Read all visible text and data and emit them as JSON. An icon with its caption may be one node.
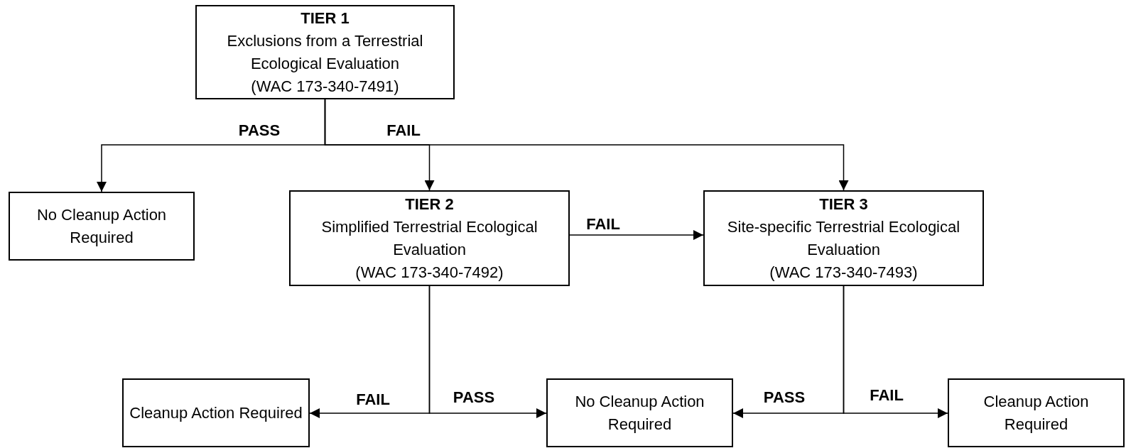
{
  "diagram": {
    "nodes": [
      {
        "text": [
          "TIER 1",
          "Exclusions from a Terrestrial Ecological Evaluation",
          "(WAC 173-340-7491)"
        ]
      },
      {
        "text": [
          "No Cleanup Action Required"
        ]
      },
      {
        "text": [
          "TIER 2",
          "Simplified Terrestrial Ecological Evaluation",
          "(WAC 173-340-7492)"
        ]
      },
      {
        "text": [
          "TIER 3",
          "Site-specific Terrestrial Ecological Evaluation",
          "(WAC 173-340-7493)"
        ]
      },
      {
        "text": [
          "Cleanup Action Required"
        ]
      },
      {
        "text": [
          "No Cleanup Action Required"
        ]
      },
      {
        "text": [
          "Cleanup Action Required"
        ]
      }
    ],
    "edges": [
      {
        "from": 0,
        "to": 1,
        "arrow": "to",
        "label": "PASS"
      },
      {
        "from": 0,
        "to": 2,
        "arrow": "to",
        "label": "FAIL"
      },
      {
        "from": 0,
        "to": 3,
        "arrow": "to"
      },
      {
        "from": 2,
        "to": 3,
        "arrow": "to",
        "label": "FAIL"
      },
      {
        "from": 2,
        "to": 4,
        "arrow": "to",
        "label": "FAIL"
      },
      {
        "from": 2,
        "to": 5,
        "arrow": "to",
        "label": "PASS"
      },
      {
        "from": 3,
        "to": 5,
        "arrow": "to",
        "label": "PASS"
      },
      {
        "from": 3,
        "to": 6,
        "arrow": "to",
        "label": "FAIL"
      }
    ]
  }
}
